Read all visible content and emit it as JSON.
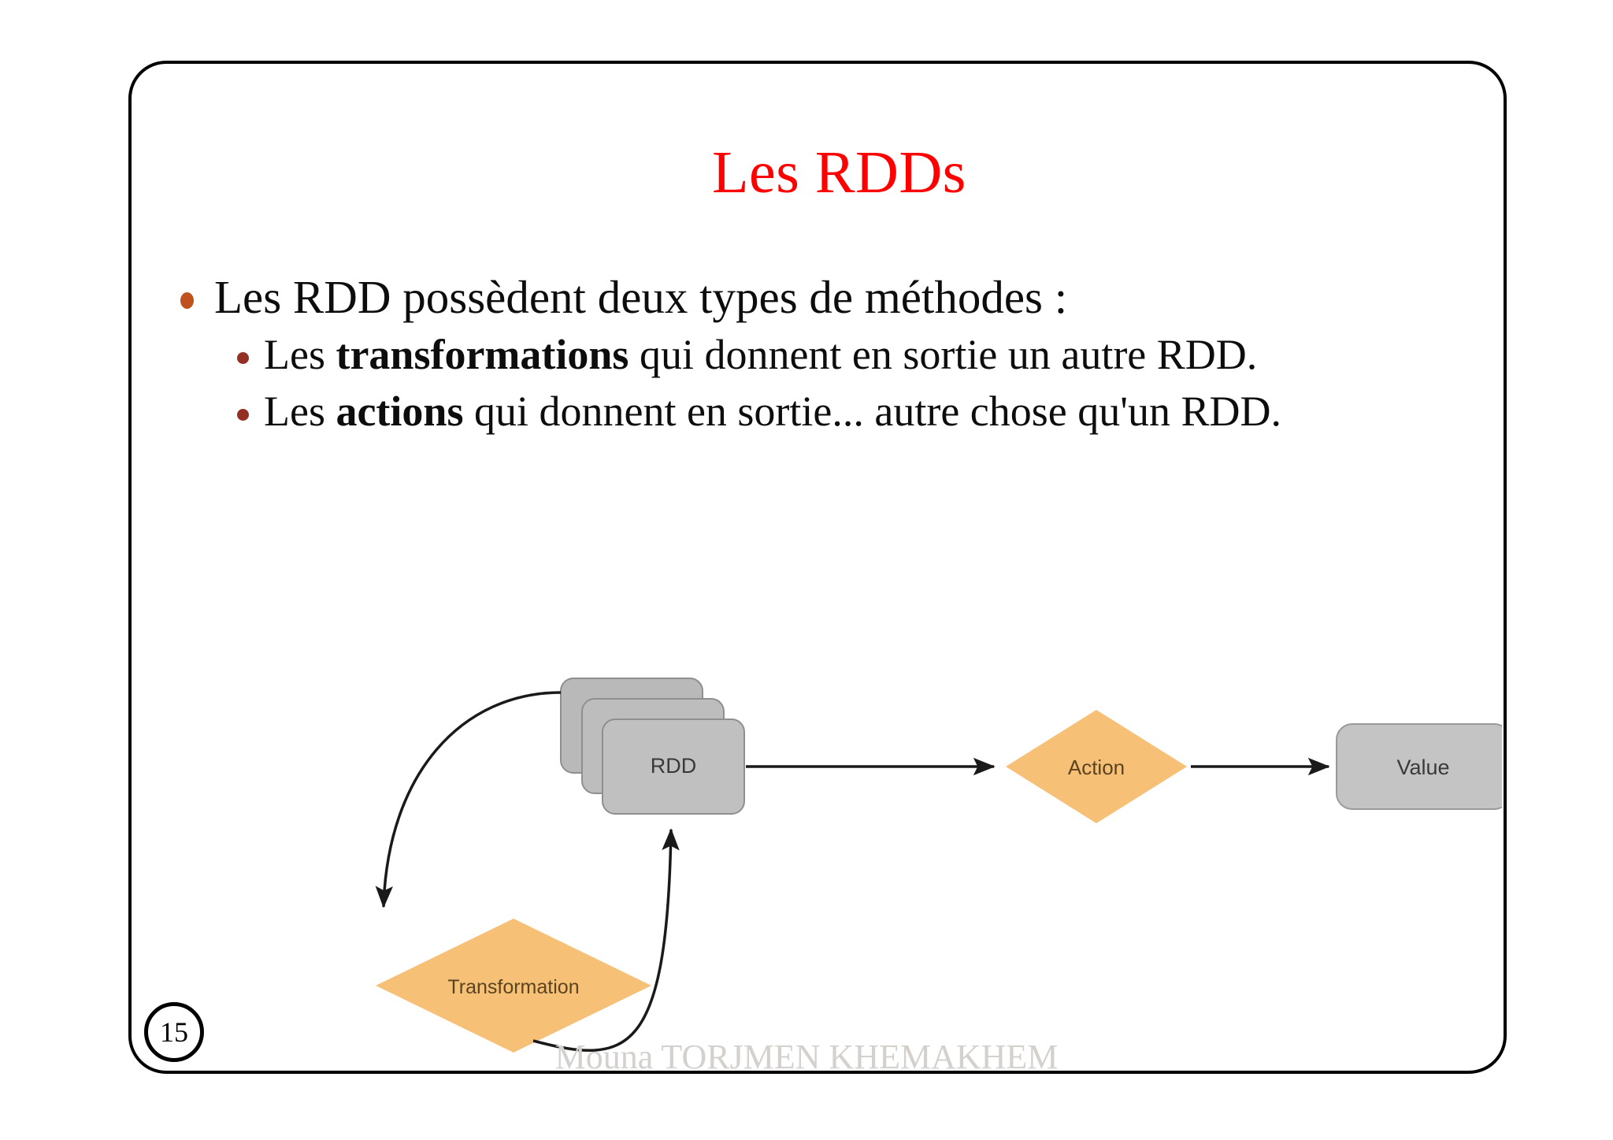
{
  "slide": {
    "title": "Les RDDs",
    "title_color": "#ff0000",
    "page_number": "15",
    "footer_author": "Mouna TORJMEN KHEMAKHEM",
    "footer_color": "#d4d0cd",
    "border_color": "#000000"
  },
  "content": {
    "bullets": [
      {
        "level": 1,
        "bullet_color": "#c0501e",
        "text": "Les RDD possèdent deux types de méthodes :"
      }
    ],
    "sub_bullets": [
      {
        "level": 2,
        "bullet_color": "#933024",
        "prefix": "Les ",
        "bold": "transformations",
        "suffix": " qui donnent en sortie un autre RDD."
      },
      {
        "level": 2,
        "bullet_color": "#933024",
        "prefix": "Les ",
        "bold": "actions",
        "suffix": " qui donnent en sortie... autre chose qu'un RDD."
      }
    ]
  },
  "diagram": {
    "type": "flow",
    "accent_orange": "#f7c077",
    "node_gray": "#bdbdbd",
    "node_gray_border": "#8f8f8f",
    "arrow_color": "#1a1a1a",
    "nodes": [
      {
        "id": "rdd",
        "shape": "stacked-rounded-rect",
        "label": "RDD",
        "fill": "#bdbdbd"
      },
      {
        "id": "action",
        "shape": "diamond",
        "label": "Action",
        "fill": "#f7c077"
      },
      {
        "id": "value",
        "shape": "rounded-rect",
        "label": "Value",
        "fill": "#c4c4c4"
      },
      {
        "id": "transformation",
        "shape": "diamond",
        "label": "Transformation",
        "fill": "#f7c077"
      }
    ],
    "edges": [
      {
        "from": "rdd",
        "to": "action",
        "style": "straight-arrow"
      },
      {
        "from": "action",
        "to": "value",
        "style": "straight-arrow"
      },
      {
        "from": "rdd",
        "to": "transformation",
        "style": "curved-arrow"
      },
      {
        "from": "transformation",
        "to": "rdd",
        "style": "curved-arrow"
      }
    ]
  }
}
